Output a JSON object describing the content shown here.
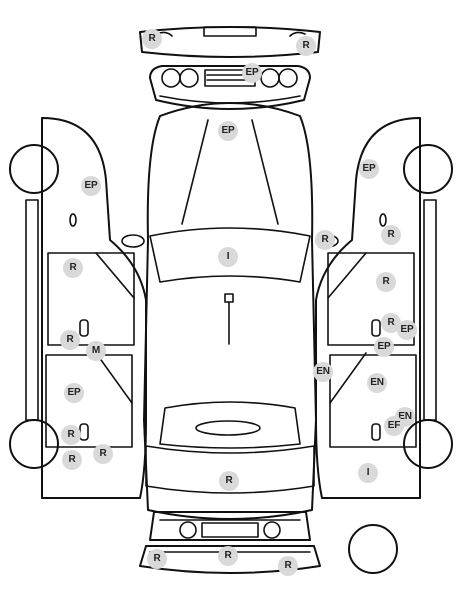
{
  "colors": {
    "line": "#111111",
    "marker_bg": "#d9d9d9",
    "marker_text": "#222222"
  },
  "markers": [
    {
      "code": "R"
    },
    {
      "code": "R"
    },
    {
      "code": "EP"
    },
    {
      "code": "EP"
    },
    {
      "code": "I"
    },
    {
      "code": "R"
    },
    {
      "code": "EP"
    },
    {
      "code": "R"
    },
    {
      "code": "R"
    },
    {
      "code": "M"
    },
    {
      "code": "EP"
    },
    {
      "code": "R"
    },
    {
      "code": "R"
    },
    {
      "code": "R"
    },
    {
      "code": "EP"
    },
    {
      "code": "R"
    },
    {
      "code": "R"
    },
    {
      "code": "R"
    },
    {
      "code": "EP"
    },
    {
      "code": "EP"
    },
    {
      "code": "EN"
    },
    {
      "code": "EN"
    },
    {
      "code": "EN"
    },
    {
      "code": "EF"
    },
    {
      "code": "I"
    },
    {
      "code": "R"
    },
    {
      "code": "R"
    },
    {
      "code": "R"
    },
    {
      "code": "R"
    }
  ]
}
